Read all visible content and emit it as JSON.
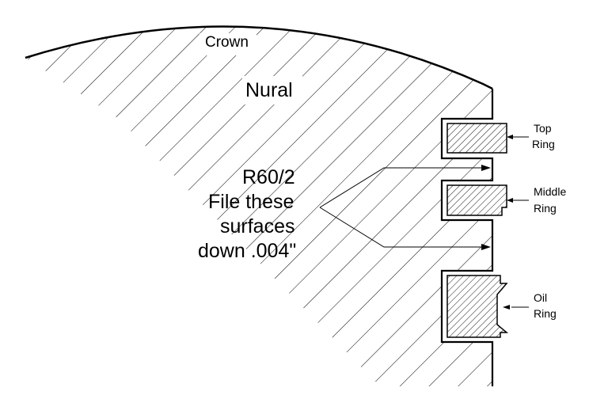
{
  "labels": {
    "crown": "Crown",
    "material": "Nural",
    "note_lines": [
      "R60/2",
      "File these",
      "surfaces",
      "down .004\""
    ],
    "top_ring": [
      "Top",
      "Ring"
    ],
    "middle_ring": [
      "Middle",
      "Ring"
    ],
    "oil_ring": [
      "Oil",
      "Ring"
    ]
  },
  "colors": {
    "line": "#000000",
    "background": "#ffffff"
  }
}
